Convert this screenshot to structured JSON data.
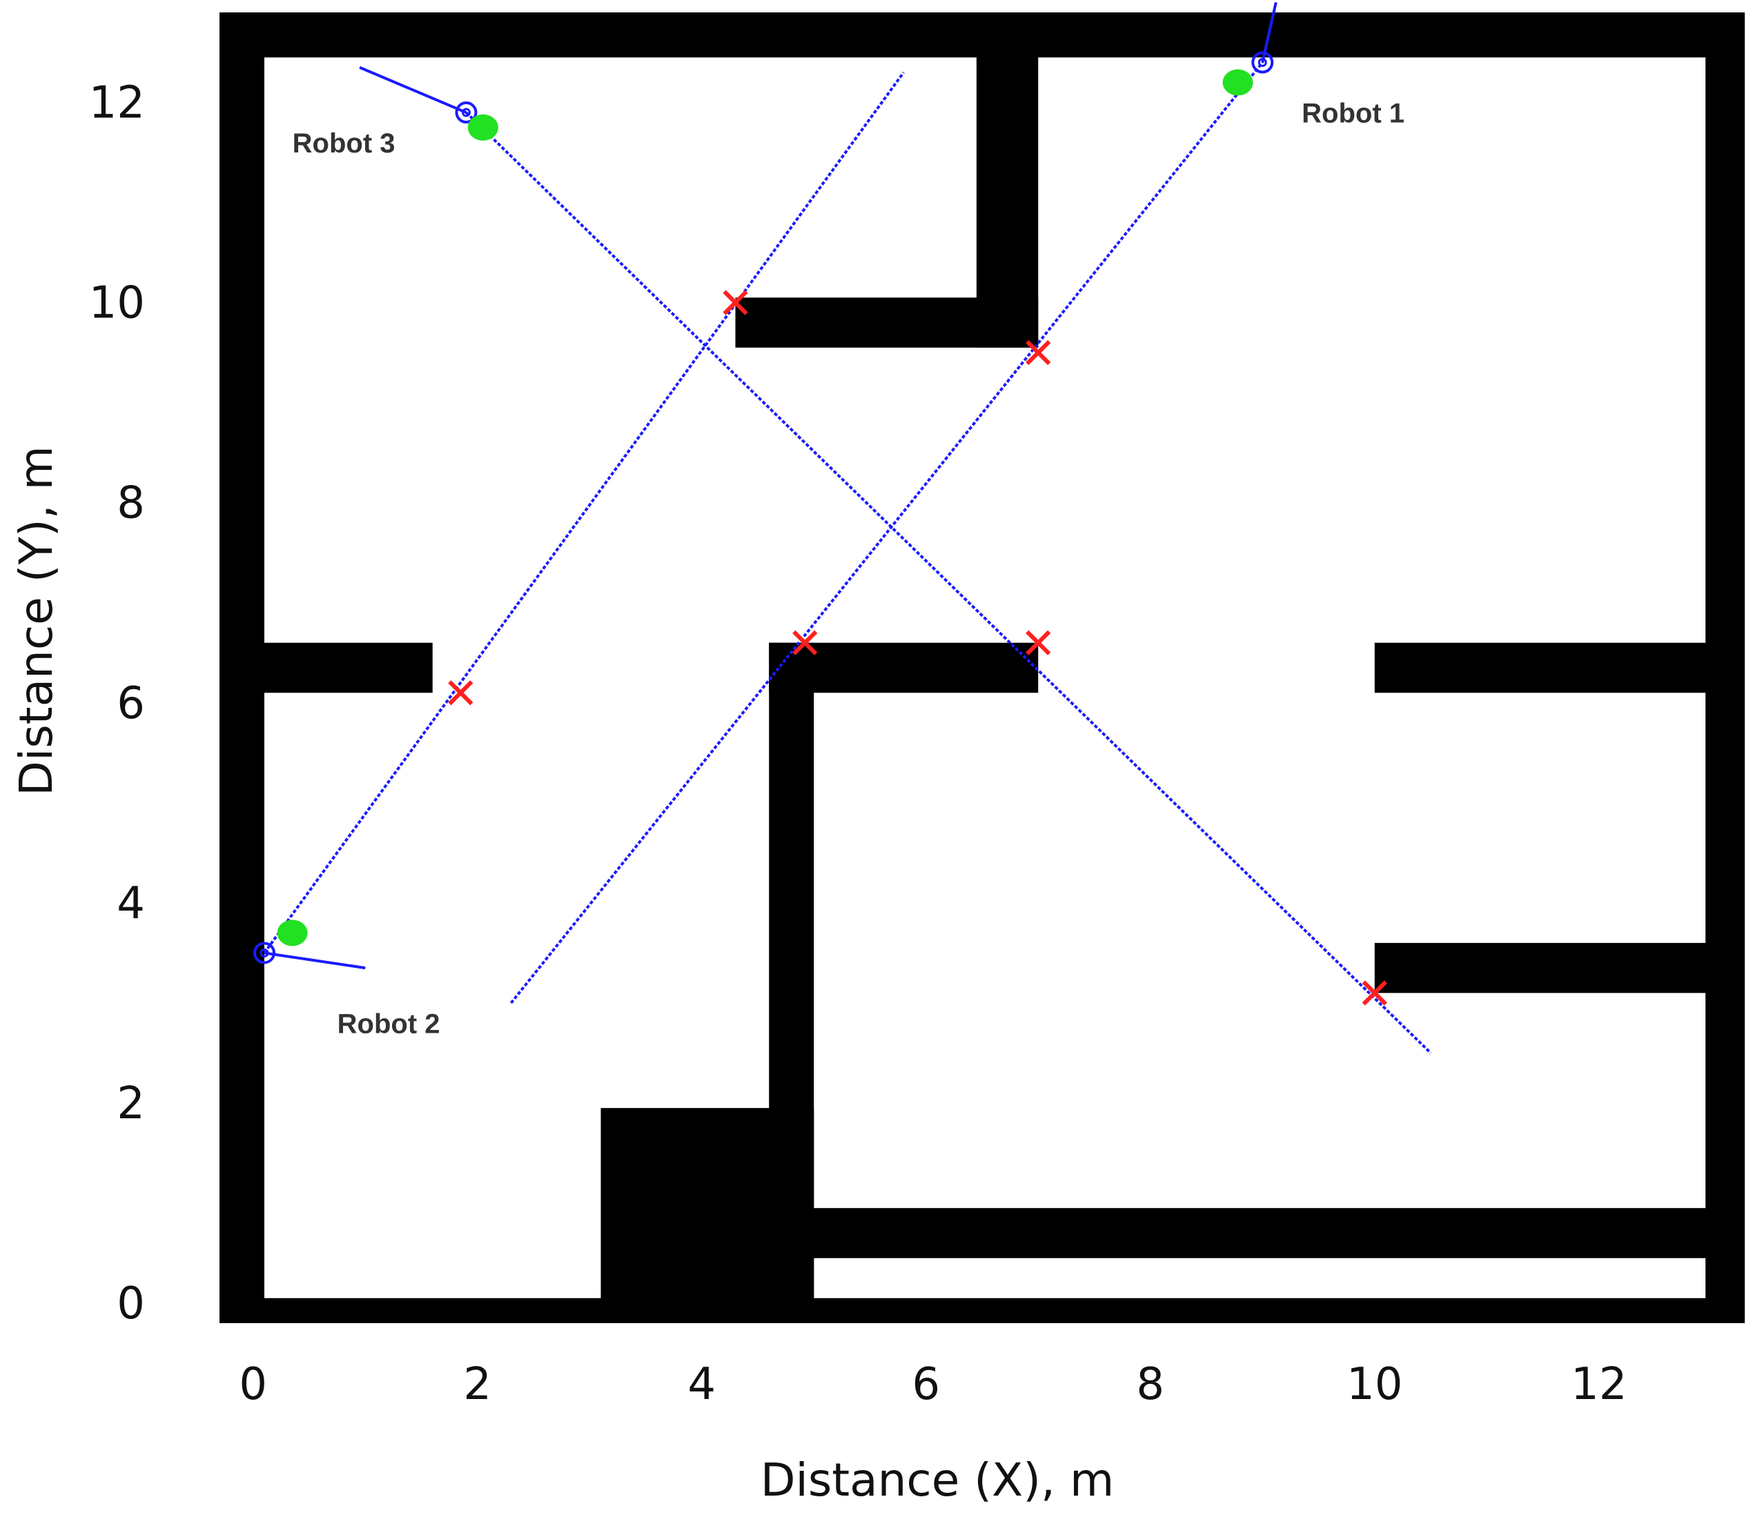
{
  "chart_data": {
    "type": "scatter",
    "title": "",
    "xlabel": "Distance (X), m",
    "ylabel": "Distance (Y), m",
    "xlim": [
      -0.3,
      13.3
    ],
    "ylim": [
      -0.2,
      12.9
    ],
    "x_ticks": [
      0,
      2,
      4,
      6,
      8,
      10,
      12
    ],
    "y_ticks": [
      0,
      2,
      4,
      6,
      8,
      10,
      12
    ],
    "grid": false,
    "legend": "none",
    "colors": {
      "wall": "#000000",
      "free_space": "#ffffff",
      "path": "#1a1aff",
      "obstacle_hit": "#ff2020",
      "goal": "#22e022"
    },
    "walls": [
      {
        "x0": -0.3,
        "y0": -0.2,
        "x1": 13.3,
        "y1": 0.05
      },
      {
        "x0": -0.3,
        "y0": 12.45,
        "x1": 13.3,
        "y1": 12.9
      },
      {
        "x0": -0.3,
        "y0": -0.2,
        "x1": 0.1,
        "y1": 12.9
      },
      {
        "x0": 12.95,
        "y0": -0.2,
        "x1": 13.3,
        "y1": 12.9
      },
      {
        "x0": 3.1,
        "y0": -0.2,
        "x1": 5.0,
        "y1": 1.95
      },
      {
        "x0": 4.6,
        "y0": -0.2,
        "x1": 5.0,
        "y1": 6.6
      },
      {
        "x0": 4.6,
        "y0": 0.45,
        "x1": 13.3,
        "y1": 0.95
      },
      {
        "x0": 4.6,
        "y0": 6.1,
        "x1": 7.0,
        "y1": 6.6
      },
      {
        "x0": -0.3,
        "y0": 6.1,
        "x1": 1.6,
        "y1": 6.6
      },
      {
        "x0": 10.0,
        "y0": 6.1,
        "x1": 13.3,
        "y1": 6.6
      },
      {
        "x0": 10.0,
        "y0": 3.1,
        "x1": 13.3,
        "y1": 3.6
      },
      {
        "x0": 4.3,
        "y0": 9.55,
        "x1": 7.0,
        "y1": 10.05
      },
      {
        "x0": 6.45,
        "y0": 9.55,
        "x1": 7.0,
        "y1": 12.9
      }
    ],
    "series": [
      {
        "name": "Robot 1",
        "path": [
          [
            2.3,
            3.0
          ],
          [
            9.0,
            12.4
          ]
        ],
        "goal": [
          8.78,
          12.2
        ],
        "heading": [
          [
            9.0,
            12.4
          ],
          [
            9.12,
            13.0
          ]
        ],
        "label_at": [
          9.35,
          11.8
        ],
        "hits": [
          [
            4.92,
            6.6
          ],
          [
            7.0,
            9.5
          ]
        ]
      },
      {
        "name": "Robot 2",
        "path": [
          [
            0.1,
            3.5
          ],
          [
            5.8,
            12.3
          ]
        ],
        "goal": [
          0.35,
          3.7
        ],
        "heading": [
          [
            0.1,
            3.5
          ],
          [
            1.0,
            3.35
          ]
        ],
        "label_at": [
          0.75,
          2.7
        ],
        "hits": [
          [
            1.85,
            6.1
          ],
          [
            4.3,
            10.0
          ]
        ]
      },
      {
        "name": "Robot 3",
        "path": [
          [
            1.9,
            11.9
          ],
          [
            10.5,
            2.5
          ]
        ],
        "goal": [
          2.05,
          11.75
        ],
        "heading": [
          [
            1.9,
            11.9
          ],
          [
            0.95,
            12.35
          ]
        ],
        "label_at": [
          0.35,
          11.5
        ],
        "hits": [
          [
            7.0,
            6.6
          ],
          [
            10.0,
            3.1
          ]
        ]
      }
    ]
  }
}
